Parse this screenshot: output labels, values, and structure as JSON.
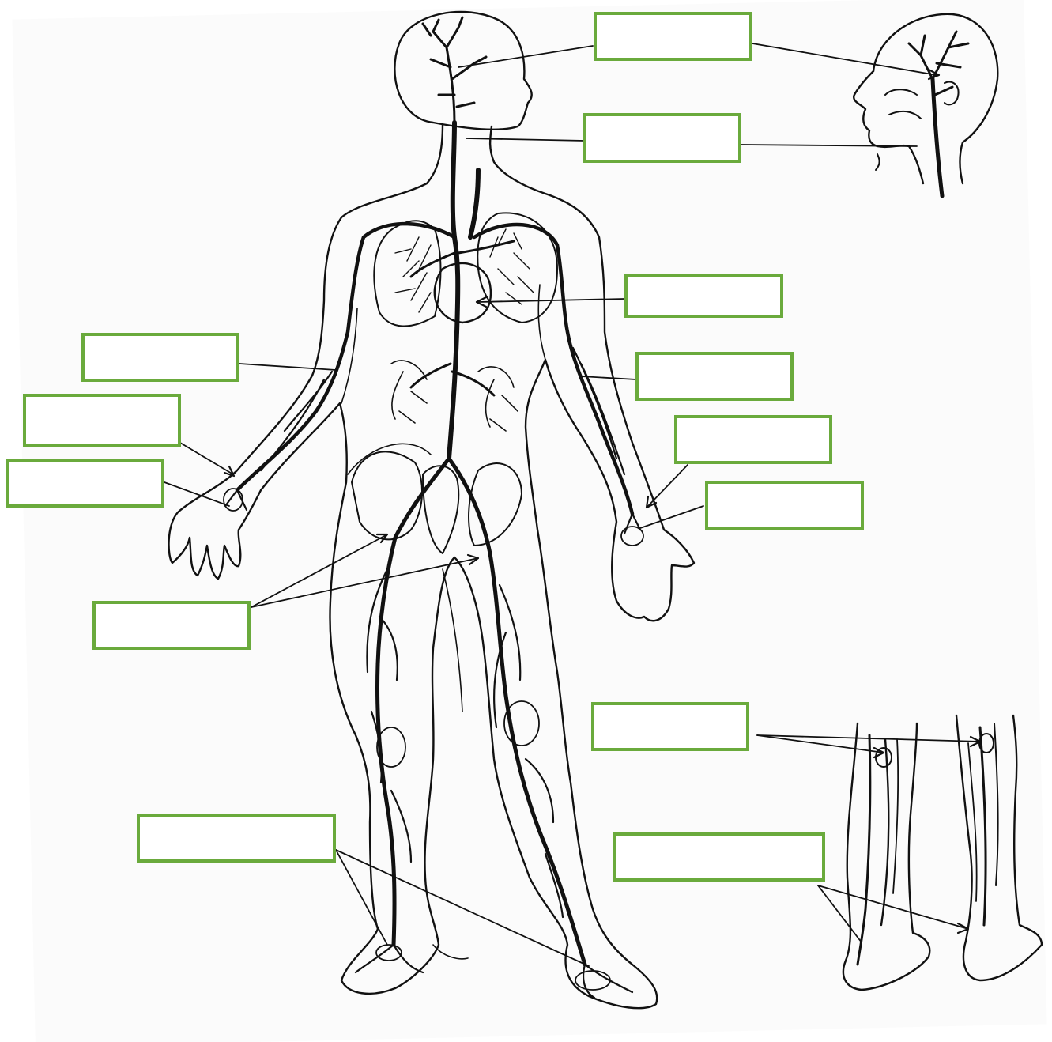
{
  "colors": {
    "label_border": "#6aaa3c",
    "ink": "#111111",
    "paper": "#fbfbfb"
  },
  "labels": [
    {
      "id": "head-upper",
      "text": ""
    },
    {
      "id": "neck",
      "text": ""
    },
    {
      "id": "heart",
      "text": ""
    },
    {
      "id": "upper-arm-right-side",
      "text": ""
    },
    {
      "id": "forearm-right-side",
      "text": ""
    },
    {
      "id": "wrist-right-side",
      "text": ""
    },
    {
      "id": "upper-arm-left-side",
      "text": ""
    },
    {
      "id": "forearm-left-side",
      "text": ""
    },
    {
      "id": "wrist-left-side",
      "text": ""
    },
    {
      "id": "pelvis",
      "text": ""
    },
    {
      "id": "knee",
      "text": ""
    },
    {
      "id": "foot",
      "text": ""
    },
    {
      "id": "ankle",
      "text": ""
    }
  ]
}
